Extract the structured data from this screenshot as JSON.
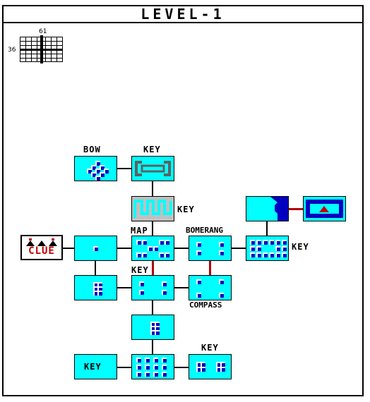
{
  "title": "LEVEL-1",
  "minimap": {
    "col_label": "61",
    "row_label": "36"
  },
  "labels": {
    "bow": "BOW",
    "key_top": "KEY",
    "key_corridor": "KEY",
    "map": "MAP",
    "bomerang": "BOMERANG",
    "key_right": "KEY",
    "key_mid": "KEY",
    "compass": "COMPASS",
    "key_bottom_right": "KEY",
    "key_bottom_left": "KEY"
  },
  "clue": {
    "text": "CLUE"
  },
  "colors": {
    "room": "#00ffff",
    "block": "#0000c0",
    "door_locked": "#b00000",
    "clue_text": "#c00000"
  }
}
